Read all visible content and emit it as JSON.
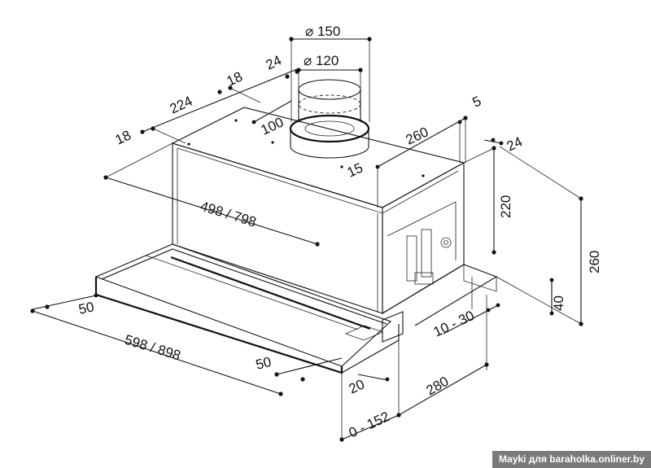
{
  "dimensions": {
    "d150": "⌀ 150",
    "d120": "⌀ 120",
    "d24_top": "24",
    "d18_top": "18",
    "d224": "224",
    "d18_left": "18",
    "d100": "100",
    "d5": "5",
    "d260_top": "260",
    "d24_right": "24",
    "d15": "15",
    "d220": "220",
    "d260_right": "260",
    "d498": "498 / 798",
    "d40": "40",
    "d50_left": "50",
    "d10_30": "10 - 30",
    "d598": "598 / 898",
    "d50_bottom": "50",
    "d280": "280",
    "d20": "20",
    "d0_152": "0 - 152"
  },
  "watermark": "Mayki для baraholka.onliner.by"
}
